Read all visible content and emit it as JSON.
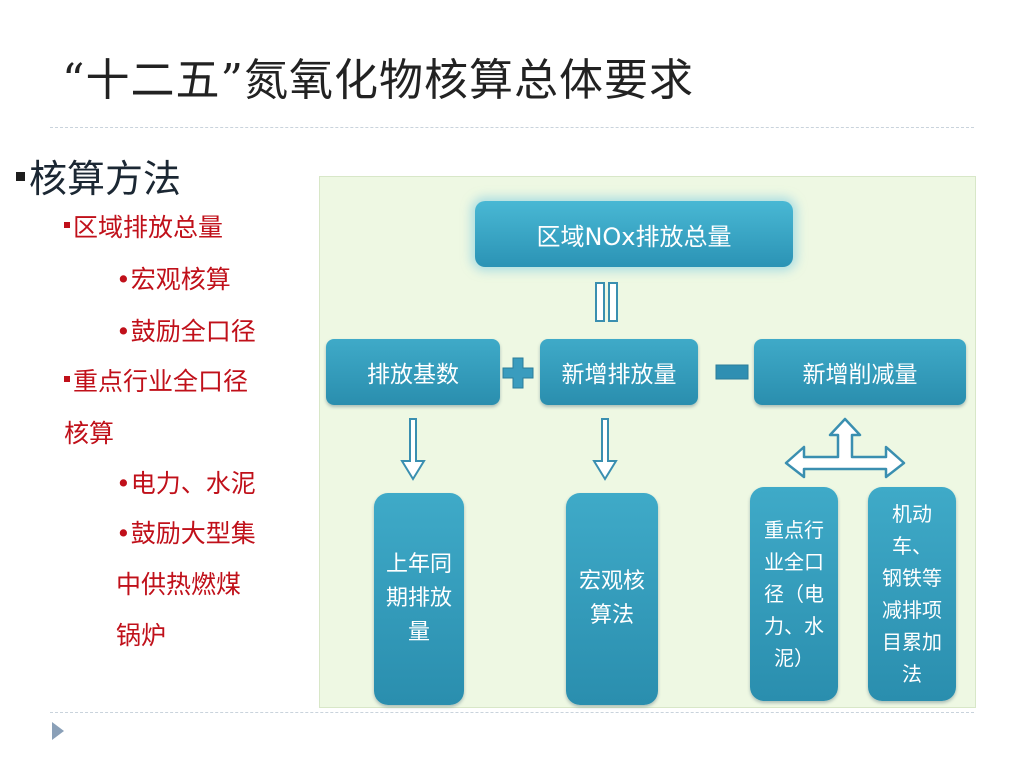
{
  "slide": {
    "title": "“十二五”氮氧化物核算总体要求"
  },
  "outline": {
    "section": "核算方法",
    "items": [
      {
        "level": 1,
        "text": "区域排放总量"
      },
      {
        "level": 2,
        "text": "•宏观核算"
      },
      {
        "level": 2,
        "text": "•鼓励全口径"
      },
      {
        "level": 1,
        "text": "重点行业全口径"
      },
      {
        "level": 0,
        "text": "核算"
      },
      {
        "level": 2,
        "text": "•电力、水泥"
      },
      {
        "level": 2,
        "text": "•鼓励大型集"
      },
      {
        "level": 2,
        "text": "中供热燃煤"
      },
      {
        "level": 2,
        "text": "锅炉"
      }
    ]
  },
  "diagram": {
    "top": "区域NOx排放总量",
    "base": "排放基数",
    "added": "新增排放量",
    "reduced": "新增削减量",
    "base_method": [
      "上年同",
      "期排放",
      "量"
    ],
    "added_method": [
      "宏观核",
      "算法"
    ],
    "reduced_method_a": [
      "重点行",
      "业全口",
      "径（电",
      "力、水",
      "泥）"
    ],
    "reduced_method_b": [
      "机动车、",
      "钢铁等",
      "减排项",
      "目累加",
      "法"
    ]
  },
  "colors": {
    "title_text": "#222222",
    "outline_red": "#c0101a",
    "box_blue": "#2f9ab9",
    "diagram_bg": "#eef8e3",
    "arrow_blue": "#3a8fb0"
  },
  "icons": {
    "equals": "equals-sign",
    "plus": "plus-sign",
    "minus": "minus-sign",
    "down-arrow": "down-arrow",
    "split-arrow": "up-left-right-arrow",
    "nav": "triangle-right"
  }
}
